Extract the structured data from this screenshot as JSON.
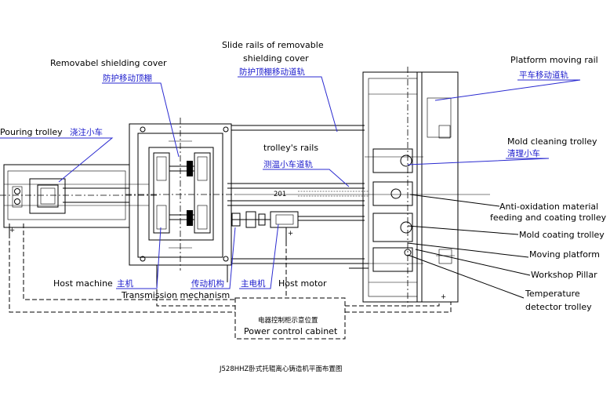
{
  "labels": {
    "removable_cover_en": "Removabel shielding cover",
    "removable_cover_cn": "防护移动顶棚",
    "slide_rails_en_1": "Slide rails of removable",
    "slide_rails_en_2": "shielding cover",
    "slide_rails_cn": "防护顶棚移动道轨",
    "platform_rail_en": "Platform moving rail",
    "platform_rail_cn": "平车移动道轨",
    "pouring_trolley_en": "Pouring trolley",
    "pouring_trolley_cn": "浇注小车",
    "trolley_rails_en": "trolley's rails",
    "trolley_rails_cn": "测温小车道轨",
    "mold_cleaning_en": "Mold cleaning trolley",
    "mold_cleaning_cn": "清理小车",
    "anti_oxidation_en_1": "Anti-oxidation material",
    "anti_oxidation_en_2": "feeding and coating trolley",
    "mold_coating_en": "Mold coating trolley",
    "moving_platform_en": "Moving platform",
    "workshop_pillar_en": "Workshop Pillar",
    "temp_detector_en_1": "Temperature",
    "temp_detector_en_2": "detector trolley",
    "host_machine_en": "Host machine",
    "host_machine_cn": "主机",
    "transmission_cn": "传动机构",
    "transmission_en": "Transmission mechanism",
    "main_motor_cn": "主电机",
    "host_motor_en": "Host motor",
    "power_cabinet_cn": "电器控制柜示意位置",
    "power_cabinet_en": "Power control cabinet",
    "caption": "J528HHZ卧式托辊离心铸造机平面布置图",
    "mark_201": "201",
    "plus_sign": "+"
  }
}
